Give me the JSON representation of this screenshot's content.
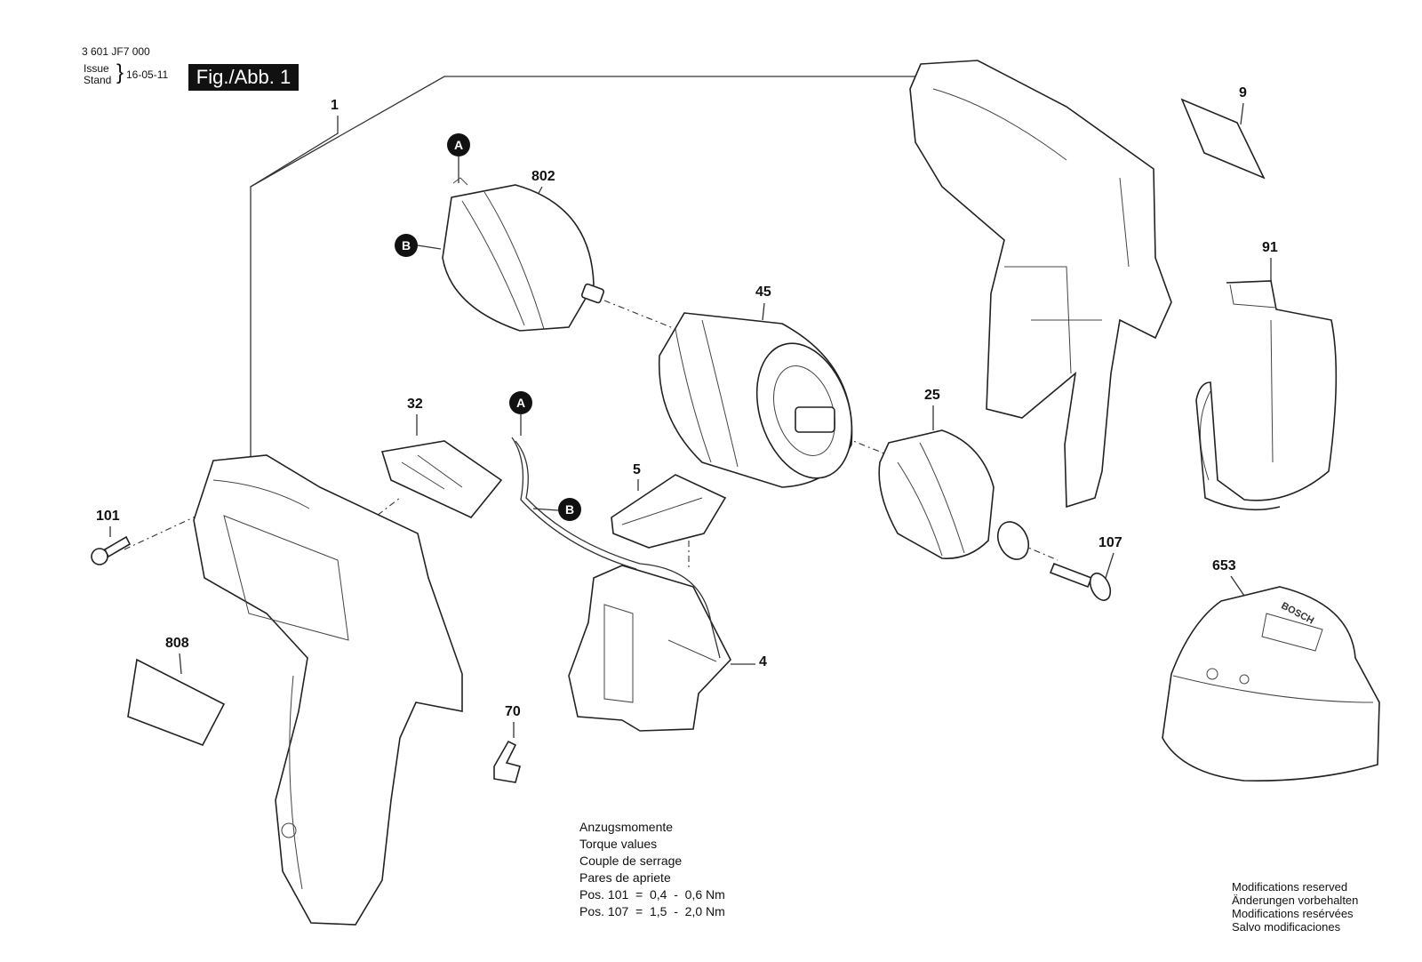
{
  "header": {
    "doc_number": "3 601 JF7 000",
    "issue_label": "Issue",
    "stand_label": "Stand",
    "date": "16-05-11",
    "figure": "Fig./Abb. 1"
  },
  "parts": {
    "p1": "1",
    "p802": "802",
    "p45": "45",
    "p9": "9",
    "p91": "91",
    "p32": "32",
    "p25": "25",
    "p101": "101",
    "p5": "5",
    "p107": "107",
    "p653": "653",
    "p808": "808",
    "p4": "4",
    "p70": "70"
  },
  "markers": {
    "a": "A",
    "b": "B"
  },
  "torque": {
    "line1": "Anzugsmomente",
    "line2": "Torque values",
    "line3": "Couple de serrage",
    "line4": "Pares de apriete",
    "line5": "Pos. 101  =  0,4  -  0,6 Nm",
    "line6": "Pos. 107  =  1,5  -  2,0 Nm"
  },
  "modifications": {
    "line1": "Modifications reserved",
    "line2": "Änderungen vorbehalten",
    "line3": "Modifications resérvées",
    "line4": "Salvo modificaciones"
  },
  "brand_on_charger": "BOSCH"
}
